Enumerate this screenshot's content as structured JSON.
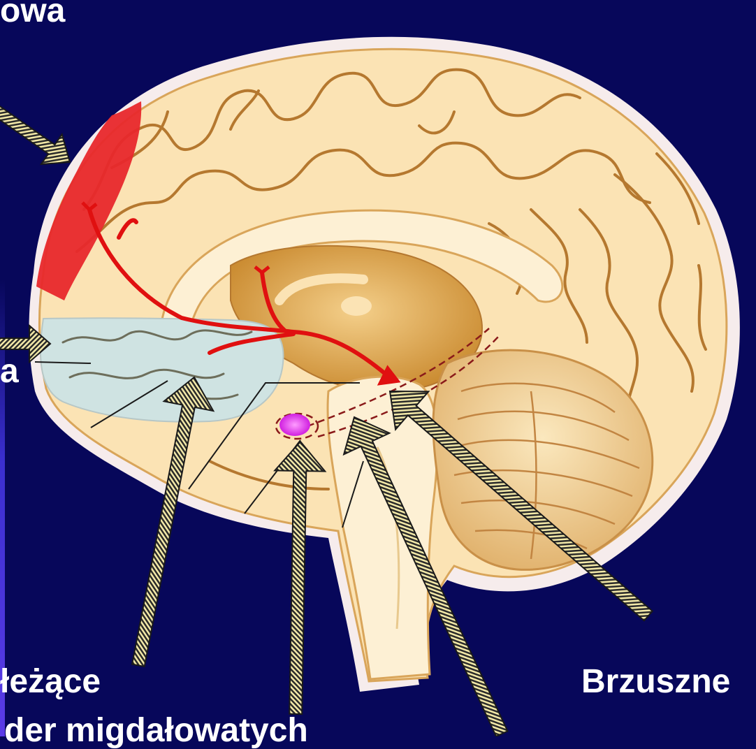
{
  "labels": {
    "top_left": "owa",
    "middle_left": "a",
    "bottom_left": "łeżące",
    "bottom_center": "der migdałowatych",
    "bottom_right": "Brzuszne"
  },
  "colors": {
    "background": "#07075a",
    "brain_fill": "#fbe3b4",
    "brain_outline": "#d9a55a",
    "gyri_lines": "#b5782f",
    "highlight_region": "#e8282c",
    "pathway": "#e01010",
    "blue_region": "#cfe3e2",
    "amygdala_dot": "#f040ff",
    "arrow": "#f3e9a8",
    "label_text": "#ffffff"
  },
  "icons": [
    "arrow-icon",
    "brain-illustration"
  ]
}
